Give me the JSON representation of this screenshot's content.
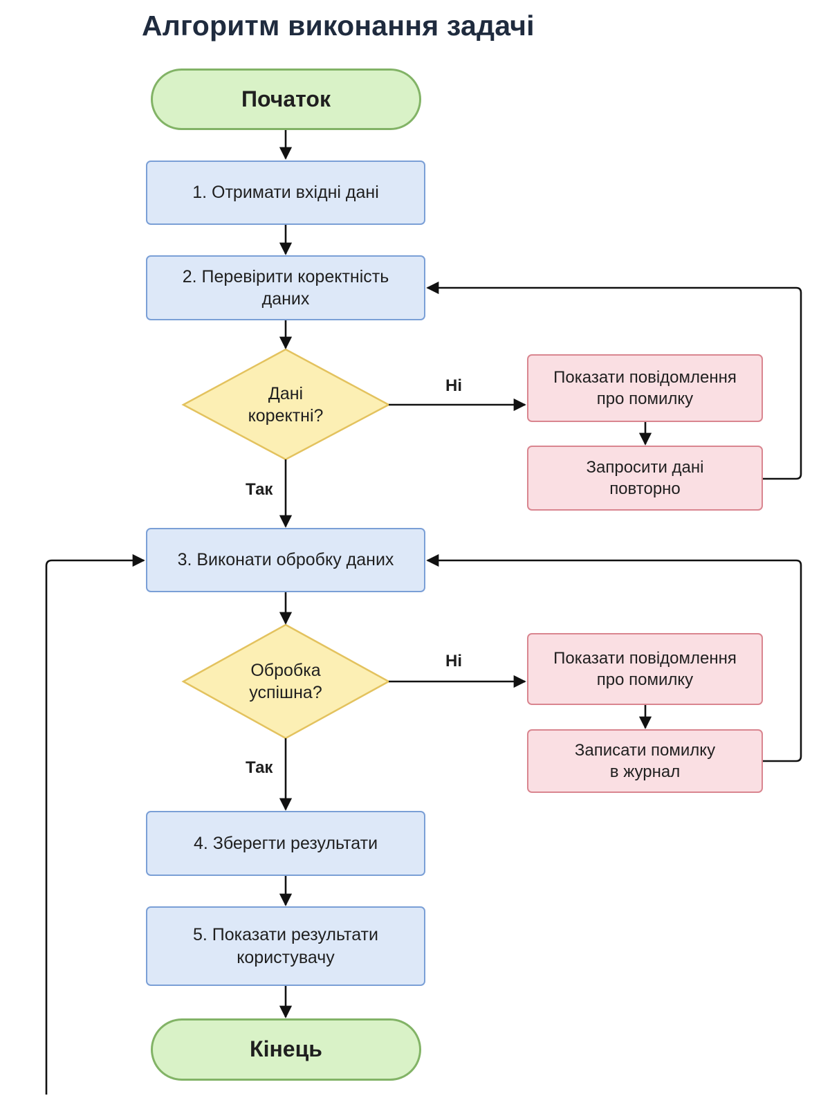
{
  "title": "Алгоритм виконання задачі",
  "nodes": {
    "start": {
      "label": "Початок"
    },
    "step1": {
      "label": "1. Отримати вхідні дані"
    },
    "step2": {
      "label": "2. Перевірити коректність\nданих"
    },
    "decision1": {
      "label": "Дані\nкоректні?"
    },
    "error1_show": {
      "label": "Показати повідомлення\nпро помилку"
    },
    "error1_request": {
      "label": "Запросити дані\nповторно"
    },
    "step3": {
      "label": "3. Виконати обробку даних"
    },
    "decision2": {
      "label": "Обробка\nуспішна?"
    },
    "error2_show": {
      "label": "Показати повідомлення\nпро помилку"
    },
    "error2_log": {
      "label": "Записати помилку\nв журнал"
    },
    "step4": {
      "label": "4. Зберегти результати"
    },
    "step5": {
      "label": "5. Показати результати\nкористувачу"
    },
    "end": {
      "label": "Кінець"
    }
  },
  "edge_labels": {
    "decision1_no": "Ні",
    "decision1_yes": "Так",
    "decision2_no": "Ні",
    "decision2_yes": "Так"
  },
  "colors": {
    "terminal_fill": "#d9f2c7",
    "terminal_stroke": "#82b366",
    "process_fill": "#dde8f8",
    "process_stroke": "#7a9fd6",
    "decision_fill": "#fcefb4",
    "decision_stroke": "#e3c25e",
    "error_fill": "#fadfe3",
    "error_stroke": "#d9858f",
    "line": "#111111"
  }
}
